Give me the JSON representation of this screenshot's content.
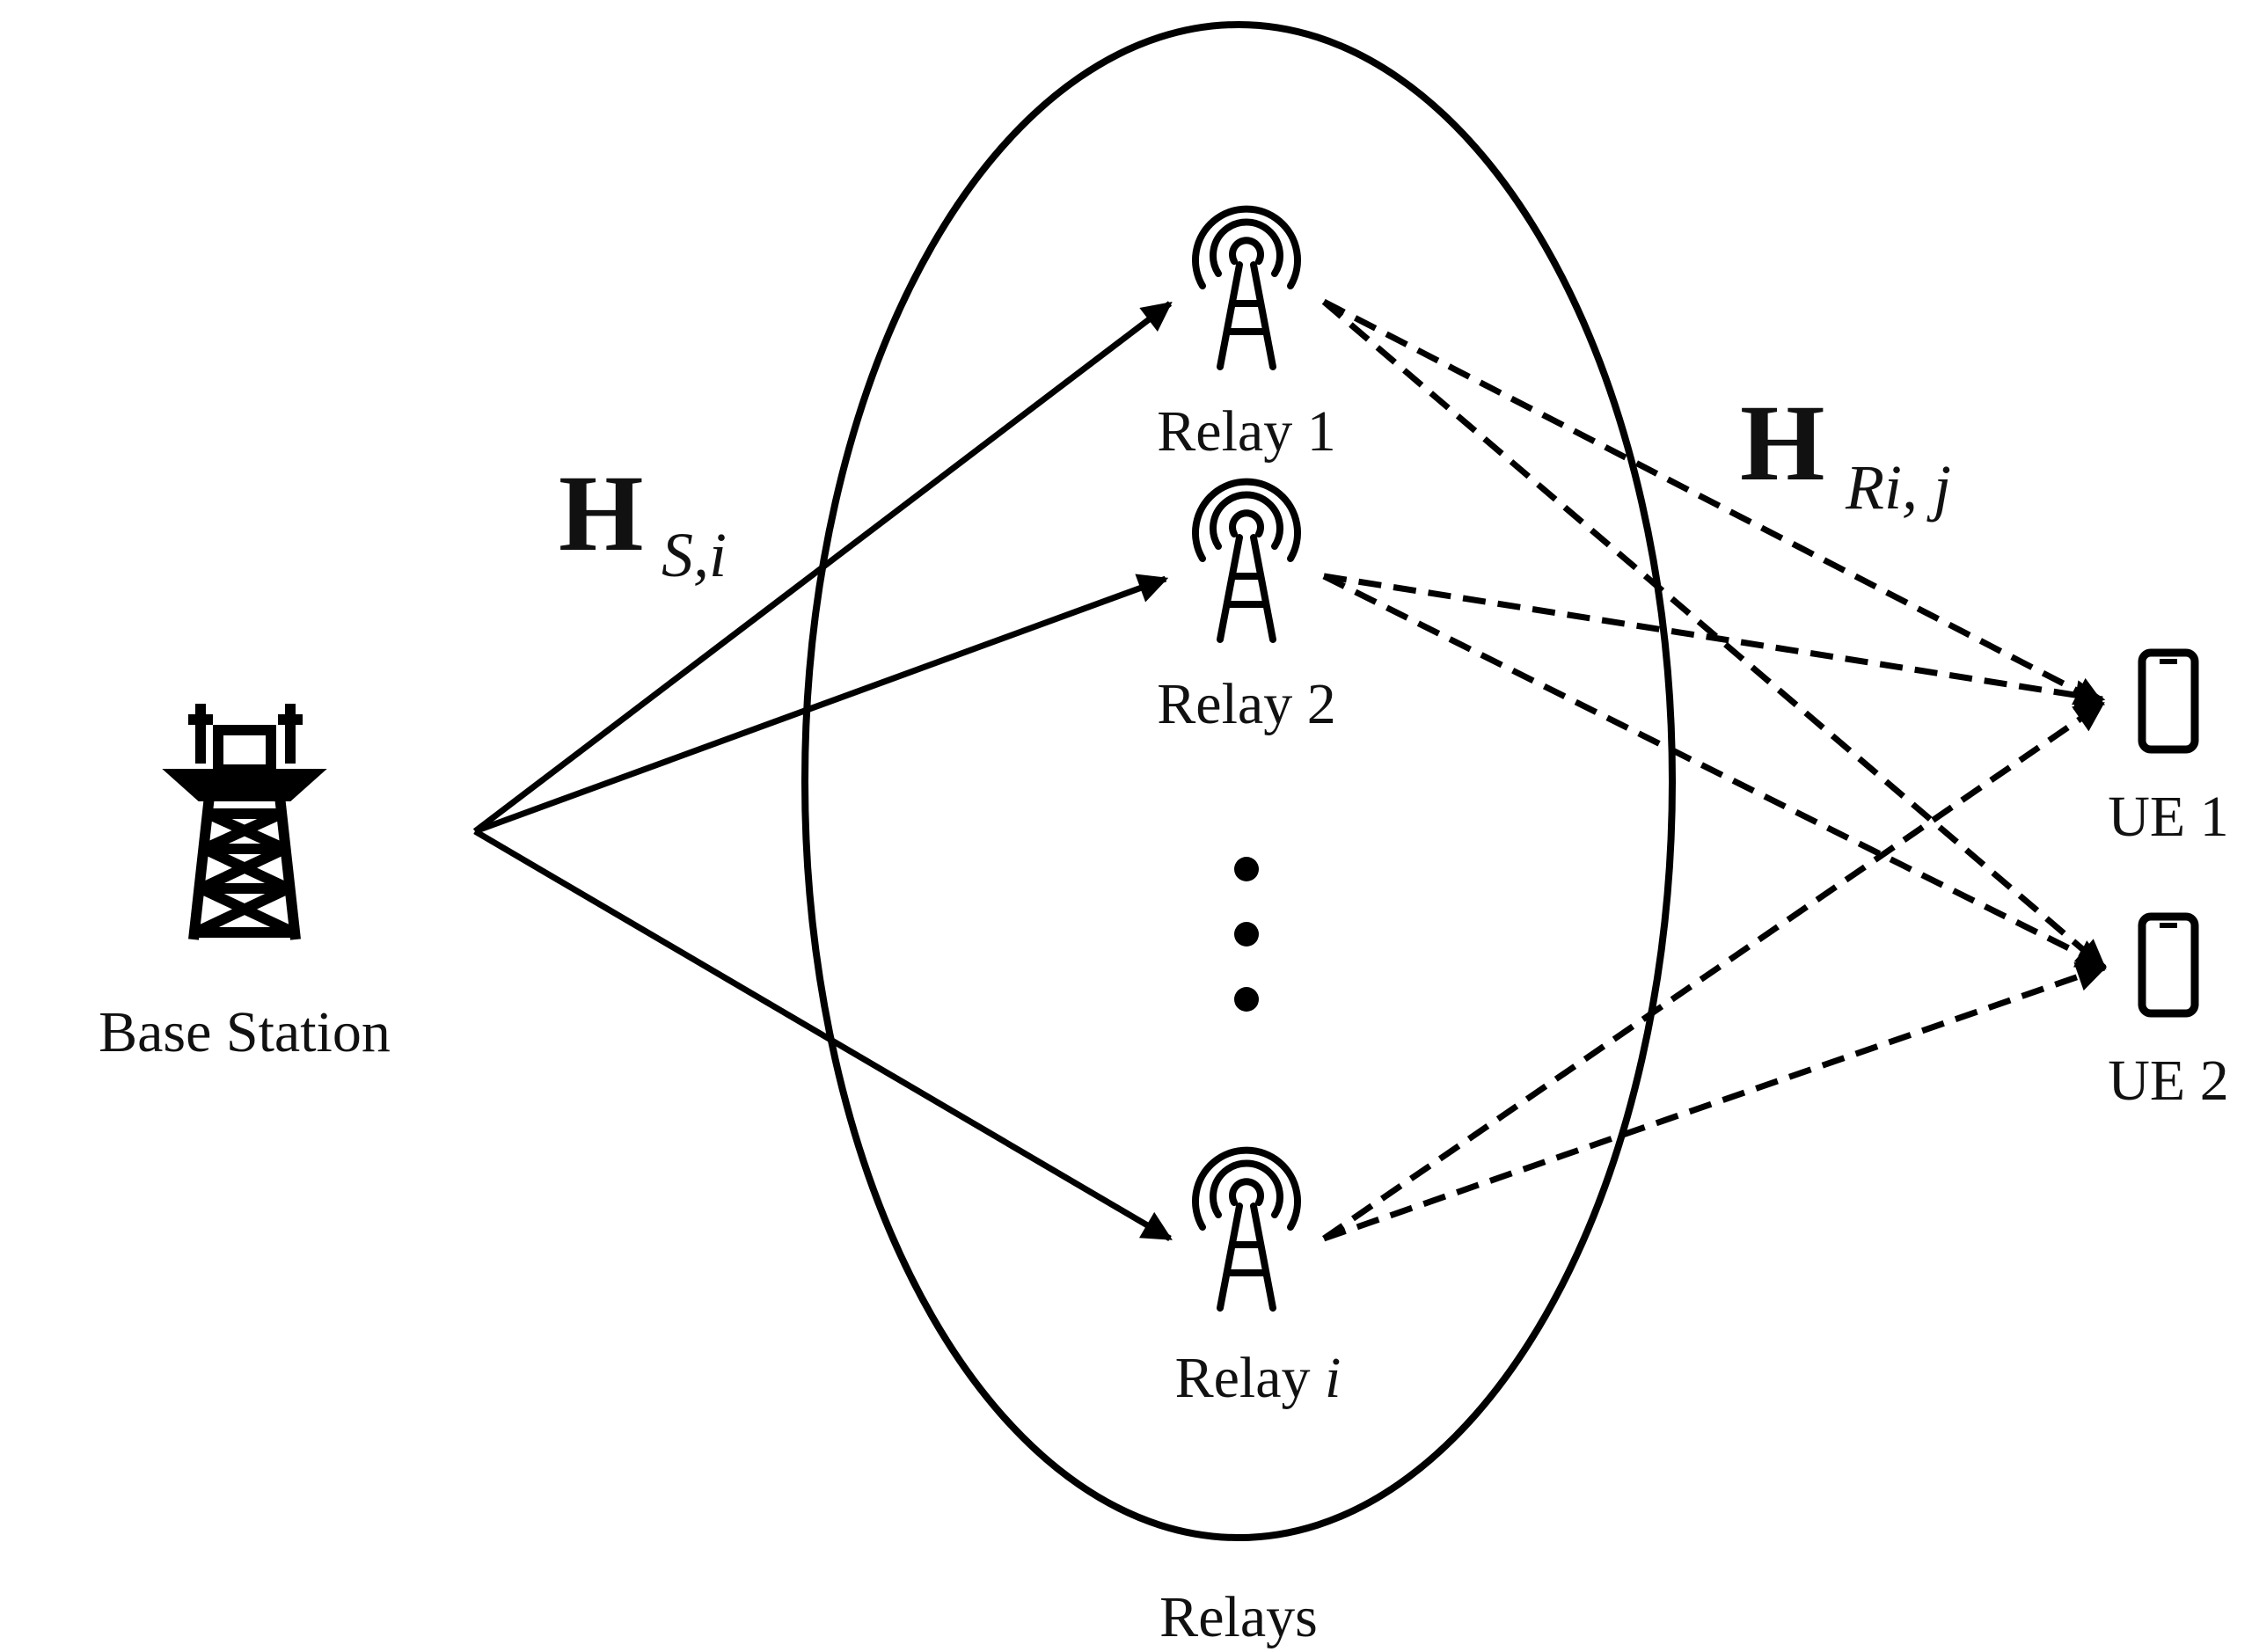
{
  "base_station": {
    "label": "Base Station",
    "icon": "transmission-tower-icon"
  },
  "relays": [
    {
      "label": "Relay 1",
      "icon": "antenna-tower-icon"
    },
    {
      "label": "Relay 2",
      "icon": "antenna-tower-icon"
    },
    {
      "label_prefix": "Relay ",
      "label_var": "i",
      "icon": "antenna-tower-icon"
    }
  ],
  "relay_group_label": "Relays",
  "ellipsis_icon": "vertical-ellipsis-icon",
  "users": [
    {
      "label": "UE 1",
      "icon": "smartphone-icon"
    },
    {
      "label": "UE 2",
      "icon": "smartphone-icon"
    }
  ],
  "channel_bs_relay": {
    "main": "H",
    "subscript": "S,i"
  },
  "channel_relay_ue": {
    "main": "H",
    "subscript": "Ri, j"
  },
  "links": {
    "bs_to_relay": "solid arrow",
    "relay_to_ue": "dashed arrow"
  }
}
